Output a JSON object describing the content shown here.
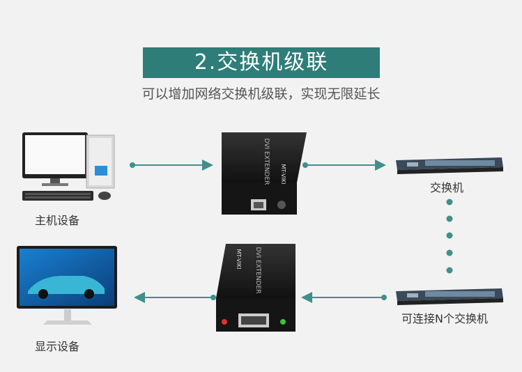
{
  "header": {
    "title": "2.交换机级联",
    "subtitle": "可以增加网络交换机级联，实现无限延长"
  },
  "nodes": {
    "host": {
      "label": "主机设备",
      "icon": "desktop-computer-icon"
    },
    "display": {
      "label": "显示设备",
      "icon": "monitor-icon"
    },
    "switch_top": {
      "label": "交换机",
      "icon": "network-switch-icon"
    },
    "switch_bottom": {
      "label": "可连接N个交换机",
      "icon": "network-switch-icon"
    },
    "transmitter": {
      "brand": "MT-VIKI",
      "model": "DVI EXTENDER",
      "icon": "extender-box-icon"
    },
    "receiver": {
      "brand": "MT-VIKI",
      "model": "DVI EXTENDER",
      "icon": "extender-box-icon"
    }
  },
  "colors": {
    "accent": "#2e7d78",
    "arrow": "#3f8f8a",
    "background": "#f2f2f2"
  }
}
